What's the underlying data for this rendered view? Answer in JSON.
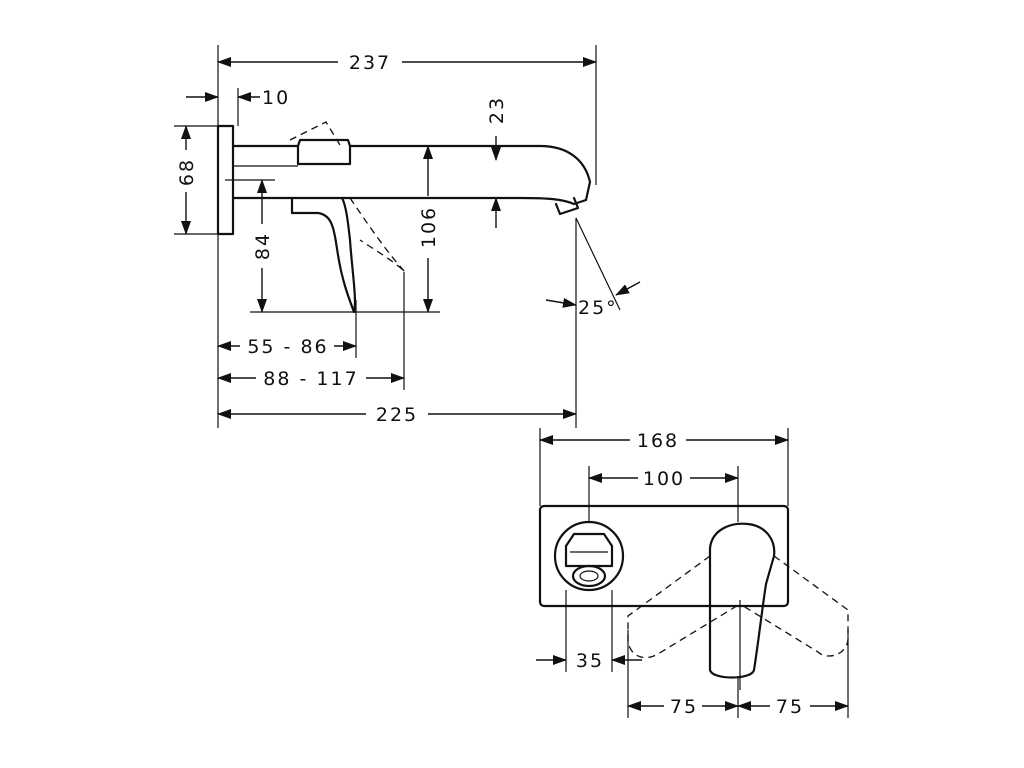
{
  "dimensions": {
    "overall_projection": "237",
    "rosette_depth": "10",
    "rosette_height": "68",
    "spout_height": "23",
    "lever_height": "84",
    "clearance_height": "106",
    "lever_reach": "55 - 86",
    "lever_swing_reach": "88 - 117",
    "spout_projection": "225",
    "spray_angle": "25°",
    "plate_width": "168",
    "center_distance": "100",
    "handle_offset": "35",
    "swing_left": "75",
    "swing_right": "75"
  }
}
